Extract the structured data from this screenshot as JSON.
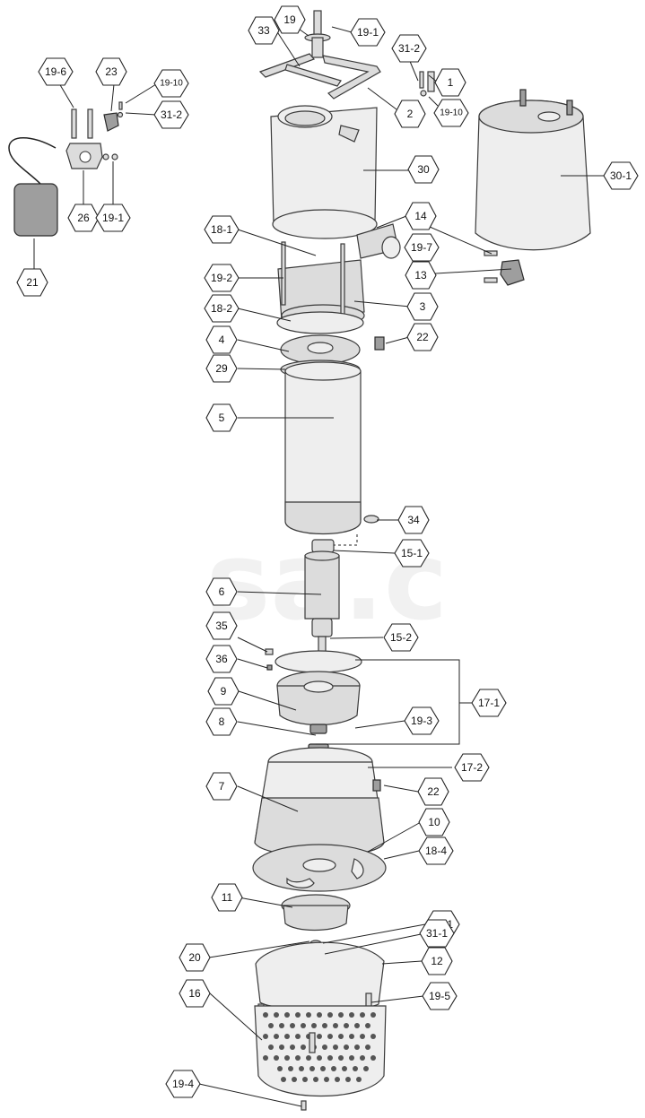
{
  "callouts": [
    {
      "id": "c33",
      "label": "33"
    },
    {
      "id": "c19",
      "label": "19"
    },
    {
      "id": "c19-1-top",
      "label": "19-1"
    },
    {
      "id": "c31-2-top",
      "label": "31-2"
    },
    {
      "id": "c1",
      "label": "1"
    },
    {
      "id": "c19-10-top",
      "label": "19-10"
    },
    {
      "id": "c2",
      "label": "2"
    },
    {
      "id": "c19-6",
      "label": "19-6"
    },
    {
      "id": "c23",
      "label": "23"
    },
    {
      "id": "c19-10-left",
      "label": "19-10"
    },
    {
      "id": "c31-2-left",
      "label": "31-2"
    },
    {
      "id": "c26",
      "label": "26"
    },
    {
      "id": "c19-1-left",
      "label": "19-1"
    },
    {
      "id": "c21",
      "label": "21"
    },
    {
      "id": "c30",
      "label": "30"
    },
    {
      "id": "c30-1",
      "label": "30-1"
    },
    {
      "id": "c14",
      "label": "14"
    },
    {
      "id": "c18-1",
      "label": "18-1"
    },
    {
      "id": "c19-7",
      "label": "19-7"
    },
    {
      "id": "c19-2",
      "label": "19-2"
    },
    {
      "id": "c13",
      "label": "13"
    },
    {
      "id": "c3",
      "label": "3"
    },
    {
      "id": "c18-2",
      "label": "18-2"
    },
    {
      "id": "c22-top",
      "label": "22"
    },
    {
      "id": "c4",
      "label": "4"
    },
    {
      "id": "c29",
      "label": "29"
    },
    {
      "id": "c5",
      "label": "5"
    },
    {
      "id": "c34",
      "label": "34"
    },
    {
      "id": "c15-1",
      "label": "15-1"
    },
    {
      "id": "c6",
      "label": "6"
    },
    {
      "id": "c35",
      "label": "35"
    },
    {
      "id": "c15-2",
      "label": "15-2"
    },
    {
      "id": "c36",
      "label": "36"
    },
    {
      "id": "c9",
      "label": "9"
    },
    {
      "id": "c17-1",
      "label": "17-1"
    },
    {
      "id": "c19-3",
      "label": "19-3"
    },
    {
      "id": "c8",
      "label": "8"
    },
    {
      "id": "c17-2",
      "label": "17-2"
    },
    {
      "id": "c7",
      "label": "7"
    },
    {
      "id": "c22-bottom",
      "label": "22"
    },
    {
      "id": "c10",
      "label": "10"
    },
    {
      "id": "c18-4",
      "label": "18-4"
    },
    {
      "id": "c11",
      "label": "11"
    },
    {
      "id": "c33-1",
      "label": "33-1"
    },
    {
      "id": "c31-1",
      "label": "31-1"
    },
    {
      "id": "c20",
      "label": "20"
    },
    {
      "id": "c12",
      "label": "12"
    },
    {
      "id": "c16",
      "label": "16"
    },
    {
      "id": "c19-5",
      "label": "19-5"
    },
    {
      "id": "c19-4",
      "label": "19-4"
    }
  ],
  "watermark": "sa.c"
}
